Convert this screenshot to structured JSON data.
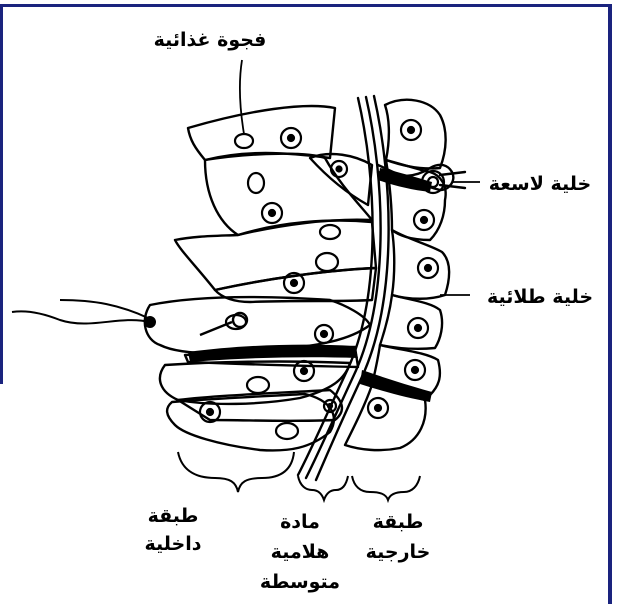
{
  "labels": {
    "food_vacuole": "فجوة غذائية",
    "stinging_cell": "خلية لاسعة",
    "epithelial_cell": "خلية طلائية",
    "inner_layer_line1": "طبقة",
    "inner_layer_line2": "داخلية",
    "mesoglea_line1": "مادة",
    "mesoglea_line2": "هلامية",
    "mesoglea_line3": "متوسطة",
    "outer_layer_line1": "طبقة",
    "outer_layer_line2": "خارجية"
  },
  "colors": {
    "frame_border": "#1a237e",
    "ink": "#000000",
    "background": "#ffffff"
  }
}
